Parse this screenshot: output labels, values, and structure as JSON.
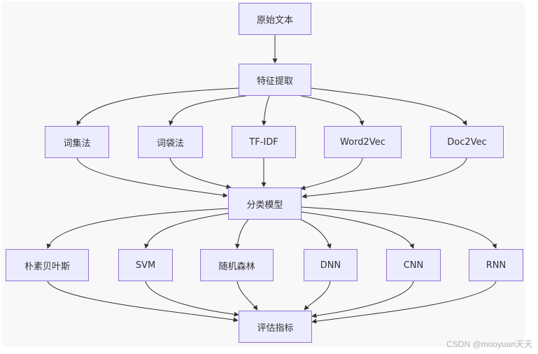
{
  "nodes": {
    "raw_text": "原始文本",
    "feature_extraction": "特征提取",
    "set_of_words": "词集法",
    "bag_of_words": "词袋法",
    "tfidf": "TF-IDF",
    "word2vec": "Word2Vec",
    "doc2vec": "Doc2Vec",
    "classification_model": "分类模型",
    "naive_bayes": "朴素贝叶斯",
    "svm": "SVM",
    "random_forest": "随机森林",
    "dnn": "DNN",
    "cnn": "CNN",
    "rnn": "RNN",
    "evaluation_metrics": "评估指标"
  },
  "watermark": "CSDN @mooyuan天天",
  "colors": {
    "node_fill": "#ececff",
    "node_border": "#9370db",
    "edge": "#333333",
    "background": "#f8f8f8"
  }
}
